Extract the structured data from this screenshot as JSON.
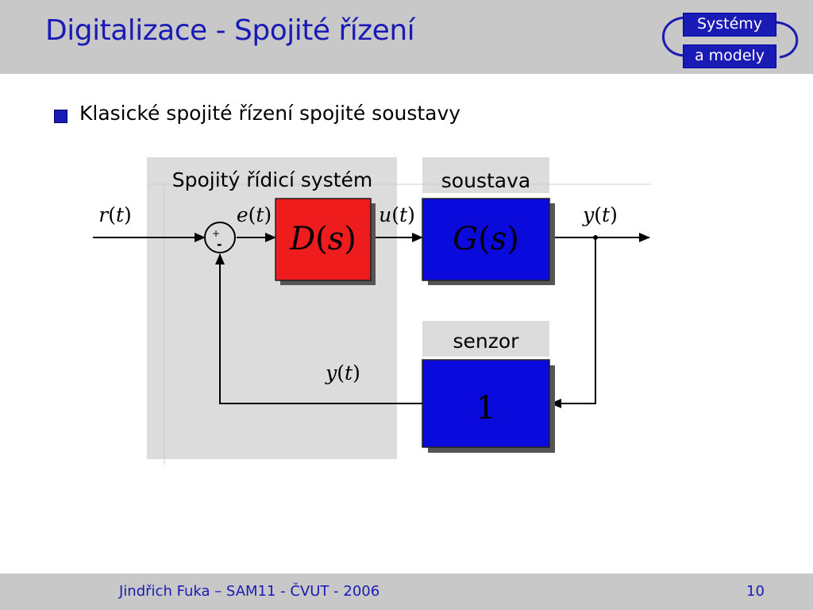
{
  "slide": {
    "title": "Digitalizace - Spojité řízení",
    "logo": {
      "top_label": "Systémy",
      "bottom_label": "a modely"
    },
    "bullet": "Klasické spojité řízení spojité soustavy",
    "footer": {
      "text": "Jindřich Fuka – SAM11 - ČVUT - 2006",
      "page_number": "10"
    }
  },
  "diagram": {
    "region_labels": {
      "controller_system": "Spojitý řídicí systém",
      "plant": "soustava",
      "sensor": "senzor"
    },
    "blocks": {
      "controller": {
        "name": "D",
        "arg": "s",
        "color": "#ee1c1c"
      },
      "plant": {
        "name": "G",
        "arg": "s",
        "color": "#0a0adc"
      },
      "sensor": {
        "value": "1",
        "color": "#0a0adc"
      }
    },
    "summing_junction": {
      "plus_sign": "+",
      "minus_sign": "-"
    },
    "signals": {
      "reference": {
        "name": "r",
        "arg": "t"
      },
      "error": {
        "name": "e",
        "arg": "t"
      },
      "control": {
        "name": "u",
        "arg": "t"
      },
      "output": {
        "name": "y",
        "arg": "t"
      },
      "feedback": {
        "name": "y",
        "arg": "t"
      }
    },
    "colors": {
      "region_background": "#dcdcdc",
      "accent": "#1a1ab4"
    }
  }
}
